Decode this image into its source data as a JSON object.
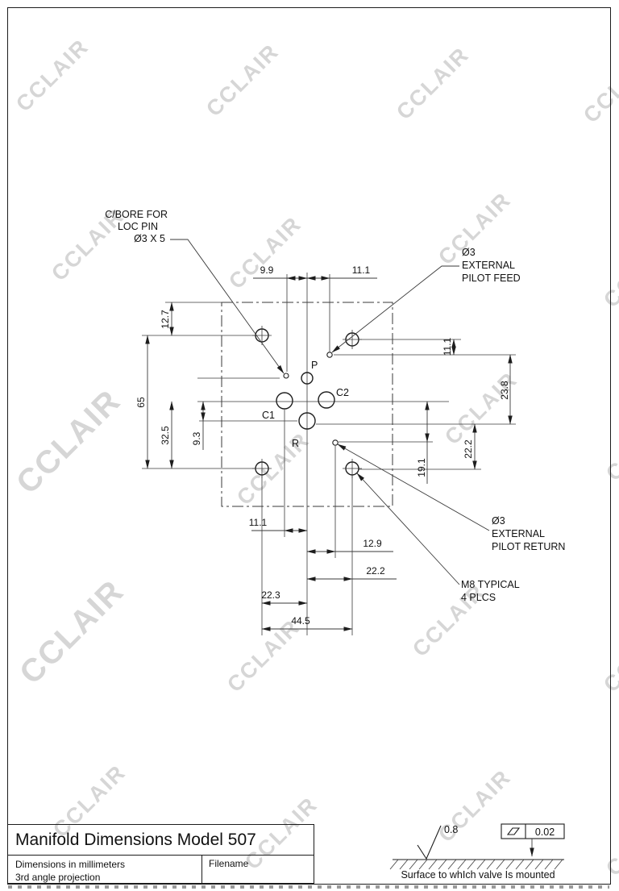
{
  "watermark": {
    "text": "CCLAIR"
  },
  "drawing": {
    "ports": {
      "p": "P",
      "c1": "C1",
      "c2": "C2",
      "r": "R"
    },
    "dims": {
      "top_9_9": "9.9",
      "top_11_1": "11.1",
      "left_12_7": "12.7",
      "left_65": "65",
      "left_32_5": "32.5",
      "left_9_3": "9.3",
      "right_11_1": "11.1",
      "right_23_8": "23.8",
      "right_22_2": "22.2",
      "right_19_1": "19.1",
      "bottom_11_1": "11.1",
      "bottom_12_9": "12.9",
      "bottom_22_2": "22.2",
      "bottom_22_3": "22.3",
      "bottom_44_5": "44.5"
    },
    "callouts": {
      "cbore_line1": "C/BORE FOR",
      "cbore_line2": "LOC PIN",
      "cbore_line3": "Ø3 X 5",
      "feed_line1": "Ø3",
      "feed_line2": "EXTERNAL",
      "feed_line3": "PILOT FEED",
      "return_line1": "Ø3",
      "return_line2": "EXTERNAL",
      "return_line3": "PILOT RETURN",
      "m8_line1": "M8 TYPICAL",
      "m8_line2": "4 PLCS"
    }
  },
  "title_block": {
    "title": "Manifold Dimensions Model 507",
    "note_line1": "Dimensions in millimeters",
    "note_line2": "3rd angle projection",
    "filename_label": "Filename"
  },
  "finish": {
    "roughness": "0.8",
    "flatness": "0.02",
    "surface_note": "Surface to whIch valve Is mounted"
  }
}
